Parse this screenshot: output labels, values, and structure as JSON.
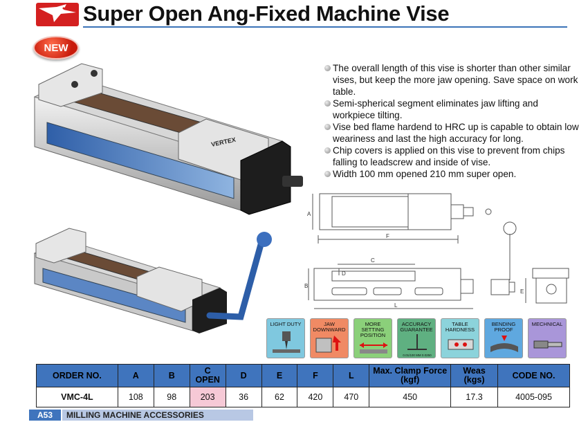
{
  "header": {
    "title": "Super Open Ang-Fixed Machine Vise",
    "badge": "NEW",
    "brand_mark": "VERTEX"
  },
  "features": [
    "The overall length of this vise is shorter than other similar vises, but keep the more jaw opening. Save space on work table.",
    "Semi-spherical segment eliminates jaw lifting and workpiece tilting.",
    "Vise bed flame hardend to HRC up is capable to obtain low weariness and last the high accuracy for long.",
    "Chip covers is applied on this vise to prevent from chips falling to leadscrew and inside of vise.",
    "Width 100 mm opened 210 mm super open."
  ],
  "drawing_labels": {
    "a": "A",
    "b": "B",
    "c": "C",
    "d": "D",
    "e": "E",
    "f": "F",
    "l": "L"
  },
  "feature_icons": [
    {
      "label": "LIGHT DUTY",
      "color": "#7fc8df",
      "icon": "drill-icon"
    },
    {
      "label": "JAW DOWNWARD",
      "color": "#f08a64",
      "icon": "jaw-arrow-icon"
    },
    {
      "label": "MORE SETTING POSITION",
      "color": "#8bd07a",
      "icon": "slide-arrow-icon"
    },
    {
      "label": "ACCURACY GUARANTEE",
      "color": "#5fb081",
      "icon": "gauge-icon"
    },
    {
      "label": "TABLE HARDNESS",
      "color": "#8cd3db",
      "icon": "hardness-icon"
    },
    {
      "label": "BENDING PROOF",
      "color": "#5fa8df",
      "icon": "bend-icon"
    },
    {
      "label": "MECHNICAL",
      "color": "#a996d9",
      "icon": "screw-icon"
    }
  ],
  "accuracy_note": "0.01/100 MM  0.0250",
  "table": {
    "headers": [
      "ORDER NO.",
      "A",
      "B",
      "C OPEN",
      "D",
      "E",
      "F",
      "L",
      "Max. Clamp Force (kgf)",
      "Weas (kgs)",
      "CODE NO."
    ],
    "rows": [
      [
        "VMC-4L",
        "108",
        "98",
        "203",
        "36",
        "62",
        "420",
        "470",
        "450",
        "17.3",
        "4005-095"
      ]
    ]
  },
  "footer": {
    "page": "A53",
    "section": "MILLING MACHINE ACCESSORIES"
  },
  "colors": {
    "accent": "#3f74bd",
    "title_rule": "#3b73b8",
    "logo_red": "#d42020",
    "highlight_cell": "#f6c9d6"
  }
}
